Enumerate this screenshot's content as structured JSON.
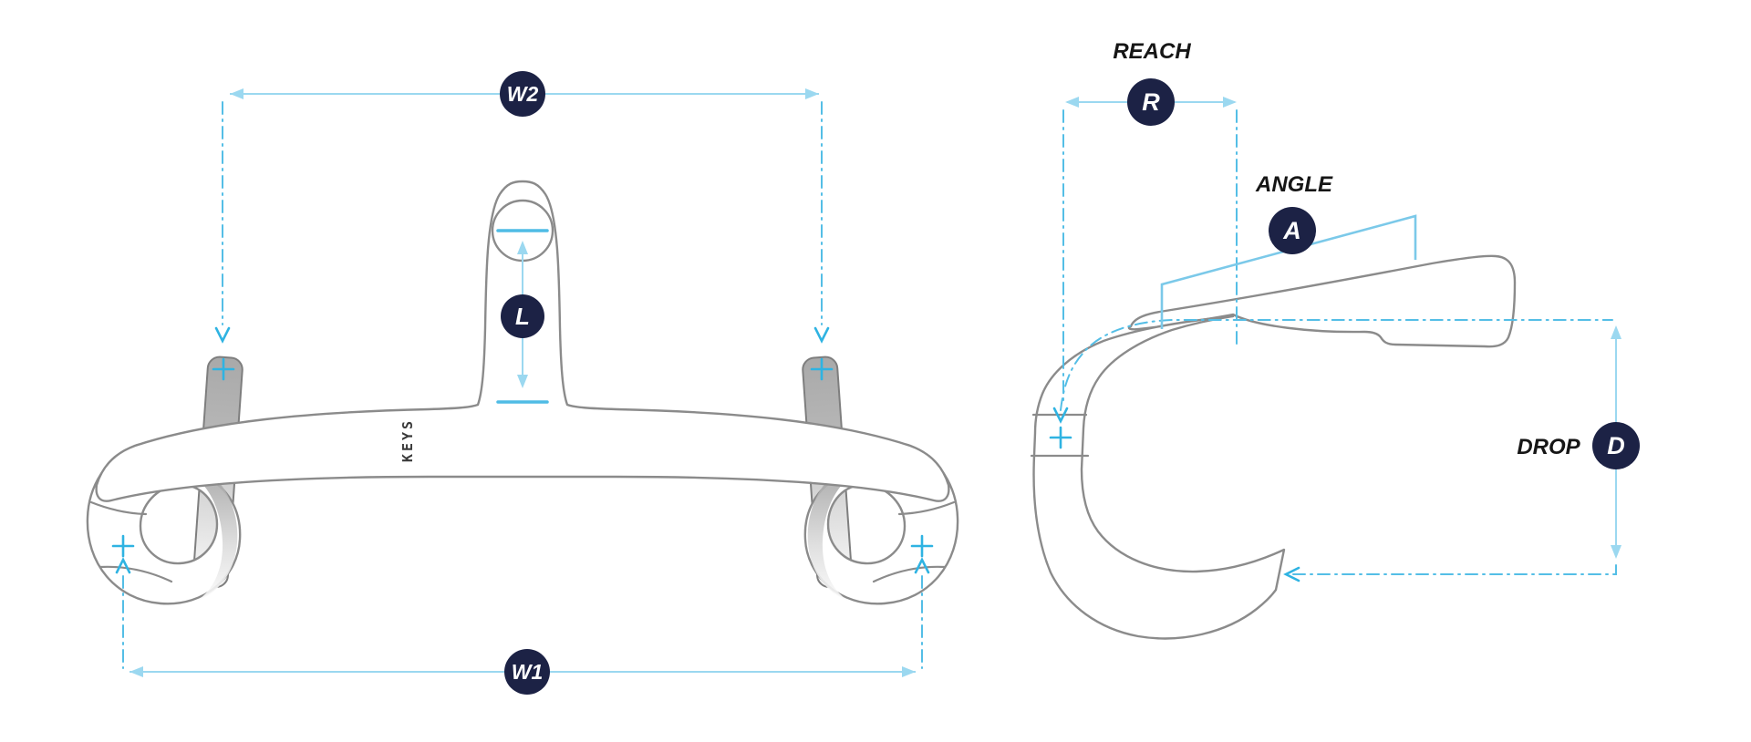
{
  "figure": {
    "description": "Bicycle integrated handlebar geometry diagram with front view and side view",
    "front_view": {
      "name": "handlebar-front-view",
      "logo_text": "KEYS",
      "dimensions": {
        "w2": {
          "badge": "W2"
        },
        "l": {
          "badge": "L"
        },
        "w1": {
          "badge": "W1"
        }
      }
    },
    "side_view": {
      "name": "handlebar-side-view",
      "dimensions": {
        "reach": {
          "caption": "REACH",
          "badge": "R"
        },
        "angle": {
          "caption": "ANGLE",
          "badge": "A"
        },
        "drop": {
          "caption": "DROP",
          "badge": "D"
        }
      }
    },
    "colors": {
      "badge_navy": "#1c2245",
      "dim_line_blue": "#9bd8f0",
      "dash_line_blue": "#54bee6",
      "marker_blue": "#2fb3e2",
      "bracket_blue": "#7bc9e9",
      "outline_gray": "#8b8b8b",
      "tab_gray": "#a9a9a9"
    }
  }
}
